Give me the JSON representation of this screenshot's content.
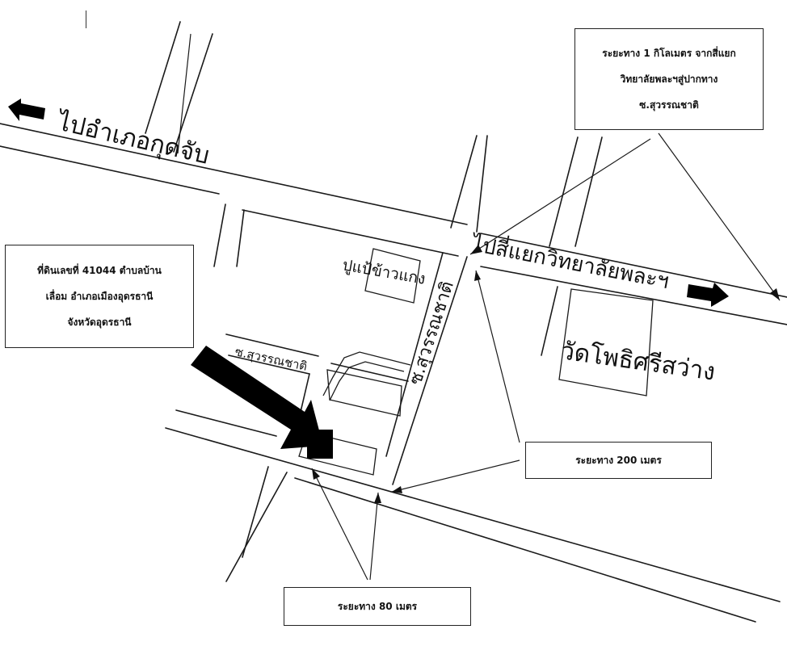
{
  "roads": {
    "to_kut_chap": "ไปอำเภอกุดจับ",
    "to_intersection": "ไปสี่แยกวิทยาลัยพละฯ",
    "soi_suwannachat_vertical": "ซ.สุวรรณชาติ",
    "soi_suwannachat_small": "ซ.สุวรรณชาติ"
  },
  "landmarks": {
    "restaurant": "ปูแป้ข้าวแกง",
    "temple": "วัดโพธิศรีสว่าง"
  },
  "boxes": {
    "distance_1km": [
      "ระยะทาง 1 กิโลเมตร จากสี่แยก",
      "วิทยาลัยพละฯสู่ปากทาง",
      "ซ.สุวรรณชาติ"
    ],
    "land_info": [
      "ที่ดินเลขที่ 41044 ตำบลบ้าน",
      "เลื่อม อำเภอเมืองอุดรธานี",
      "จังหวัดอุดรธานี"
    ],
    "distance_200": "ระยะทาง 200 เมตร",
    "distance_80": "ระยะทาง 80 เมตร"
  },
  "colors": {
    "ink": "#111111",
    "paper": "#ffffff"
  },
  "icons": [
    "arrow-left-icon",
    "arrow-right-icon",
    "location-arrow-icon"
  ]
}
